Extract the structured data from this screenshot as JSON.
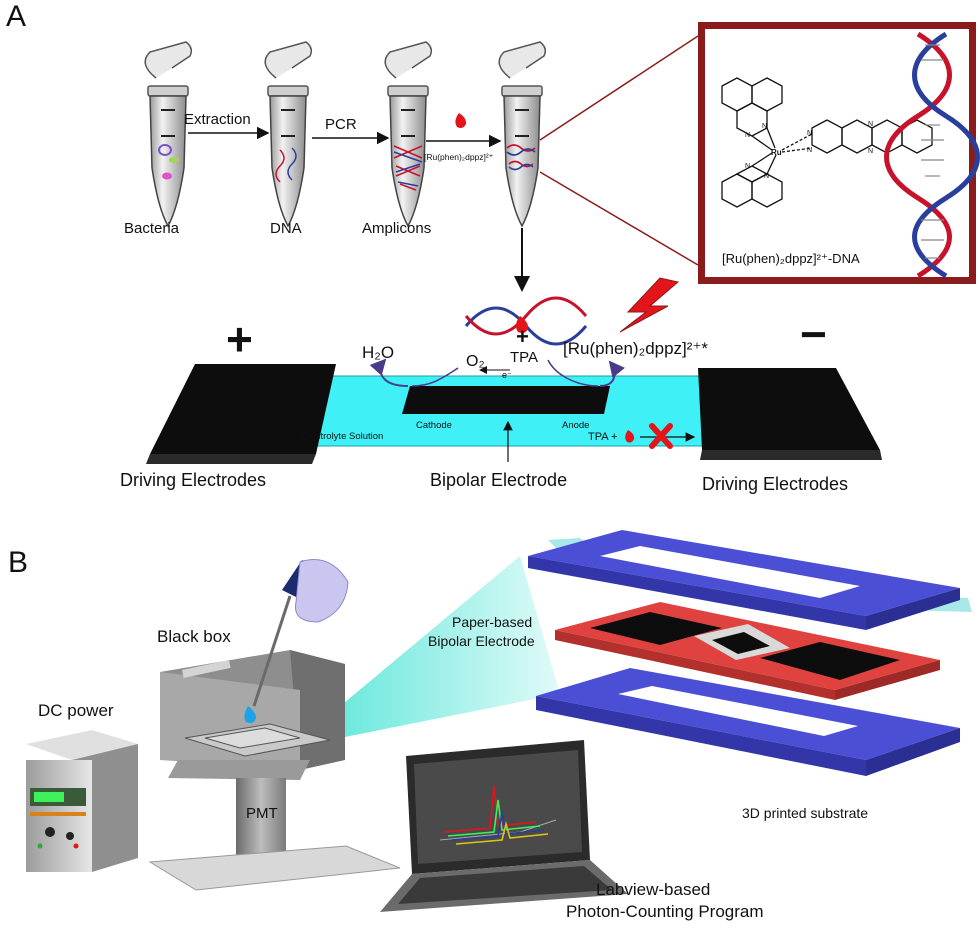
{
  "panel_a": {
    "letter": "A",
    "tube_labels": {
      "bacteria": "Bacteria",
      "dna": "DNA",
      "amplicons": "Amplicons"
    },
    "arrow_labels": {
      "extraction": "Extraction",
      "pcr": "PCR",
      "ru_complex_small": "[Ru(phen)₂dppz]²⁺"
    },
    "inset": {
      "metal_atom": "Ru",
      "n_atom": "N",
      "complex_label": "[Ru(phen)₂dppz]²⁺-DNA"
    },
    "electrode": {
      "plus": "+",
      "minus": "−",
      "h2o": "H₂O",
      "o2": "O₂",
      "electron": "e⁻",
      "tpa_plus": "+",
      "tpa": "TPA",
      "ru_complex": "[Ru(phen)₂dppz]²⁺*",
      "electrolyte": "Electrolyte Solution",
      "cathode": "Cathode",
      "anode": "Anode",
      "tpa_blocked": "TPA +",
      "driving_left": "Driving Electrodes",
      "bipolar": "Bipolar Electrode",
      "driving_right": "Driving Electrodes"
    },
    "colors": {
      "electrolyte": "#3ff0f6",
      "electrode": "#0d0d0d",
      "inset_border": "#8b1c1c",
      "red": "#e3151b",
      "dna_blue": "#2a3f9c",
      "dna_red": "#c8122c"
    }
  },
  "panel_b": {
    "letter": "B",
    "labels": {
      "black_box": "Black box",
      "dc_power": "DC power",
      "pmt": "PMT",
      "paper_bpe_line1": "Paper-based",
      "paper_bpe_line2": "Bipolar Electrode",
      "substrate": "3D printed substrate",
      "labview_line1": "Labview-based",
      "labview_line2": "Photon-Counting Program"
    },
    "colors": {
      "substrate": "#4b4fd6",
      "paper": "#e0433f",
      "beam": "#33e0d0",
      "screen_display": "#3ef15a"
    }
  }
}
